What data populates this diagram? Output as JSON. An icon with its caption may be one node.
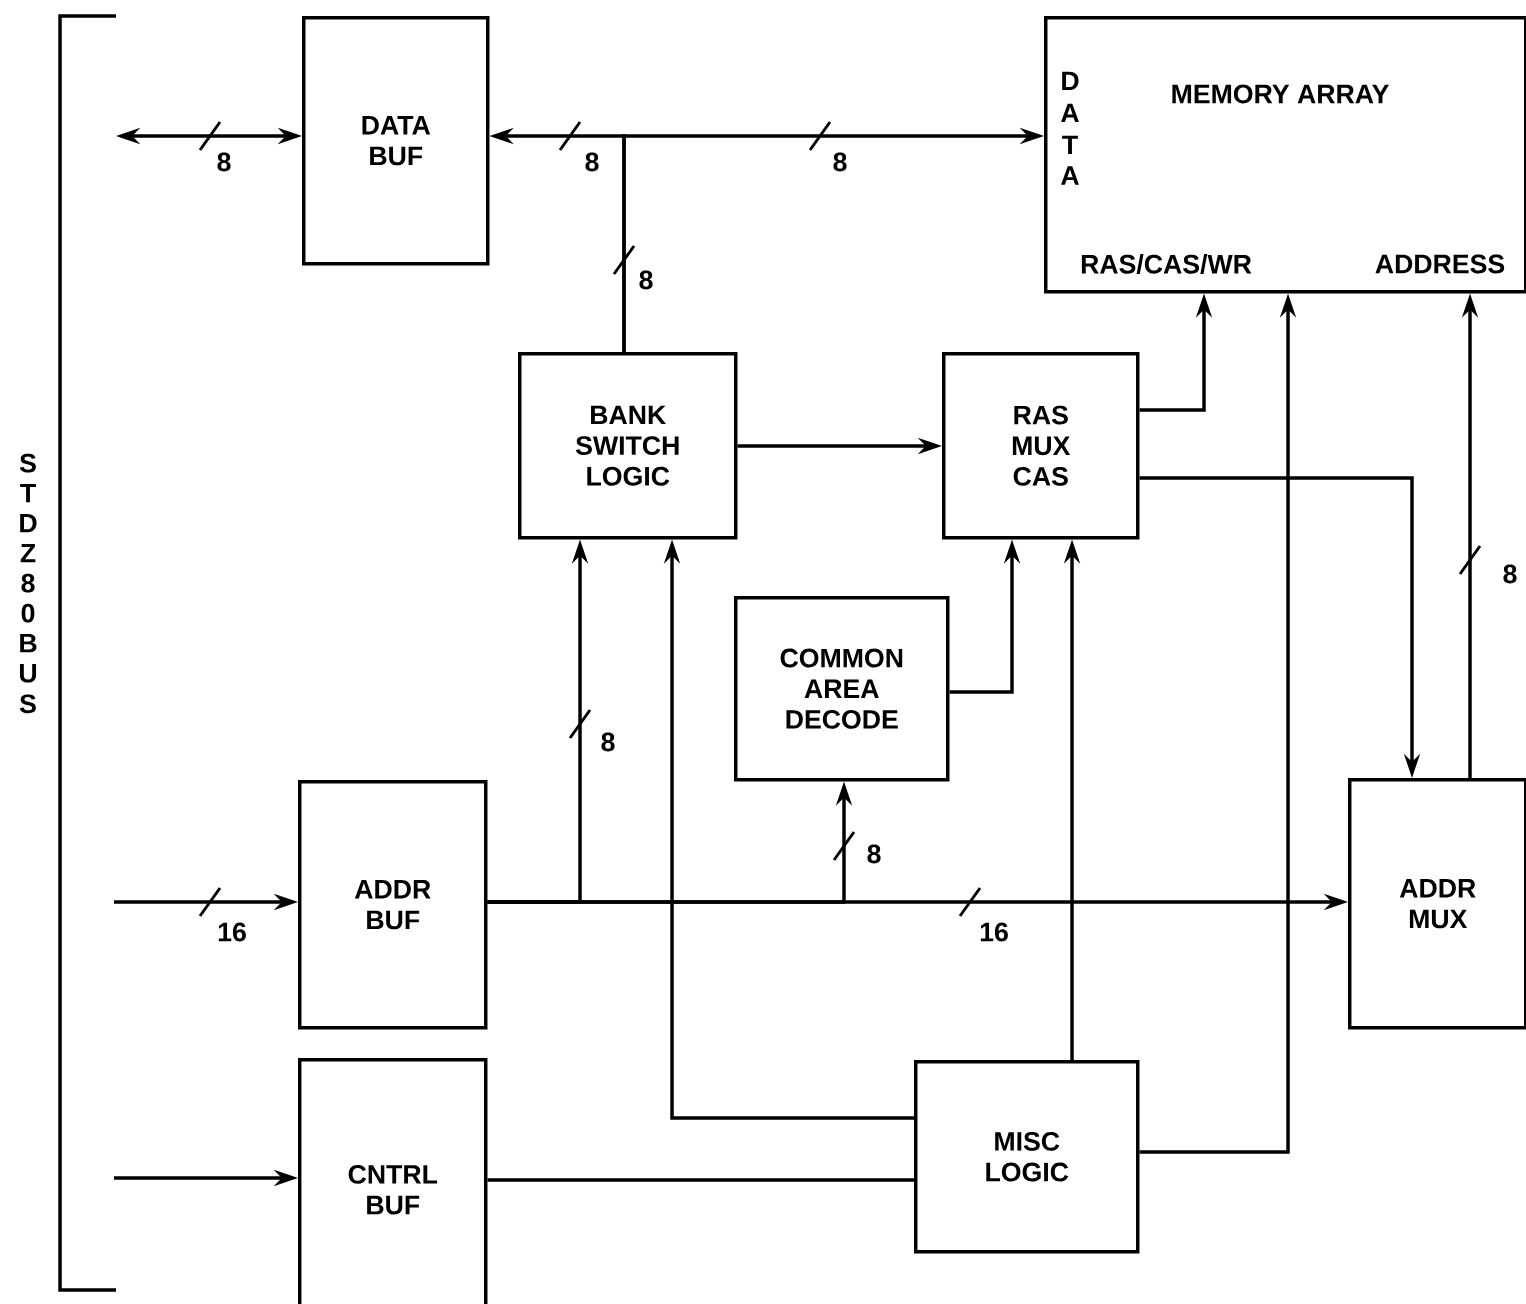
{
  "diagram": {
    "nodes": [
      {
        "text": [
          "DATA BUF"
        ]
      },
      {
        "text": [
          "DATA",
          "MEMORY ARRAY",
          "RAS/CAS/WR",
          "ADDRESS"
        ]
      },
      {
        "text": [
          "BANK SWITCH LOGIC"
        ]
      },
      {
        "text": [
          "RAS MUX CAS"
        ]
      },
      {
        "text": [
          "COMMON AREA DECODE"
        ]
      },
      {
        "text": [
          "ADDR BUF"
        ]
      },
      {
        "text": [
          "ADDR MUX"
        ]
      },
      {
        "text": [
          "CNTRL BUF"
        ]
      },
      {
        "text": [
          "MISC LOGIC"
        ]
      }
    ],
    "edges": [
      {
        "from": null,
        "to": 0,
        "arrow": "both",
        "label": "8"
      },
      {
        "from": 2,
        "to": 0,
        "arrow": "to",
        "label": "8"
      },
      {
        "from": 2,
        "to": 1,
        "arrow": "to",
        "label": "8"
      },
      {
        "from": 2,
        "to": 3,
        "arrow": "to"
      },
      {
        "from": 3,
        "to": 1,
        "arrow": "to"
      },
      {
        "from": 3,
        "to": 6,
        "arrow": "to"
      },
      {
        "from": 6,
        "to": 1,
        "arrow": "to",
        "label": "8"
      },
      {
        "from": 4,
        "to": 3,
        "arrow": "to"
      },
      {
        "from": null,
        "to": 5,
        "arrow": "to",
        "label": "16"
      },
      {
        "from": 5,
        "to": 6,
        "arrow": "to",
        "label": "16"
      },
      {
        "from": 5,
        "to": 2,
        "arrow": "to",
        "label": "8"
      },
      {
        "from": 5,
        "to": 4,
        "arrow": "to",
        "label": "8"
      },
      {
        "from": null,
        "to": 7,
        "arrow": "to"
      },
      {
        "from": 7,
        "to": 8,
        "arrow": "none"
      },
      {
        "from": 8,
        "to": 2,
        "arrow": "to"
      },
      {
        "from": 8,
        "to": 3,
        "arrow": "to"
      },
      {
        "from": 8,
        "to": 1,
        "arrow": "to"
      }
    ],
    "labels": [
      "8",
      "STD Z80 BUS"
    ]
  }
}
